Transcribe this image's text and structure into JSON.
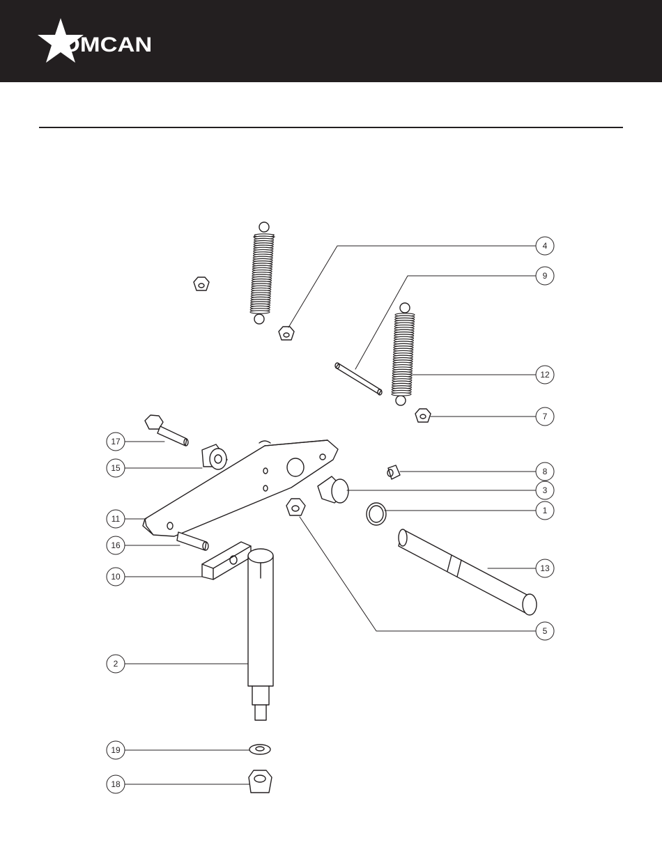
{
  "brand": {
    "logo_text": "OMCAN"
  },
  "colors": {
    "header_bg": "#231f20",
    "line": "#231f20",
    "background": "#ffffff"
  },
  "callouts": [
    {
      "id": "4",
      "label": "4"
    },
    {
      "id": "9",
      "label": "9"
    },
    {
      "id": "12",
      "label": "12"
    },
    {
      "id": "7",
      "label": "7"
    },
    {
      "id": "17",
      "label": "17"
    },
    {
      "id": "15",
      "label": "15"
    },
    {
      "id": "8",
      "label": "8"
    },
    {
      "id": "3",
      "label": "3"
    },
    {
      "id": "1",
      "label": "1"
    },
    {
      "id": "11",
      "label": "11"
    },
    {
      "id": "16",
      "label": "16"
    },
    {
      "id": "13",
      "label": "13"
    },
    {
      "id": "10",
      "label": "10"
    },
    {
      "id": "5",
      "label": "5"
    },
    {
      "id": "2",
      "label": "2"
    },
    {
      "id": "19",
      "label": "19"
    },
    {
      "id": "18",
      "label": "18"
    }
  ]
}
